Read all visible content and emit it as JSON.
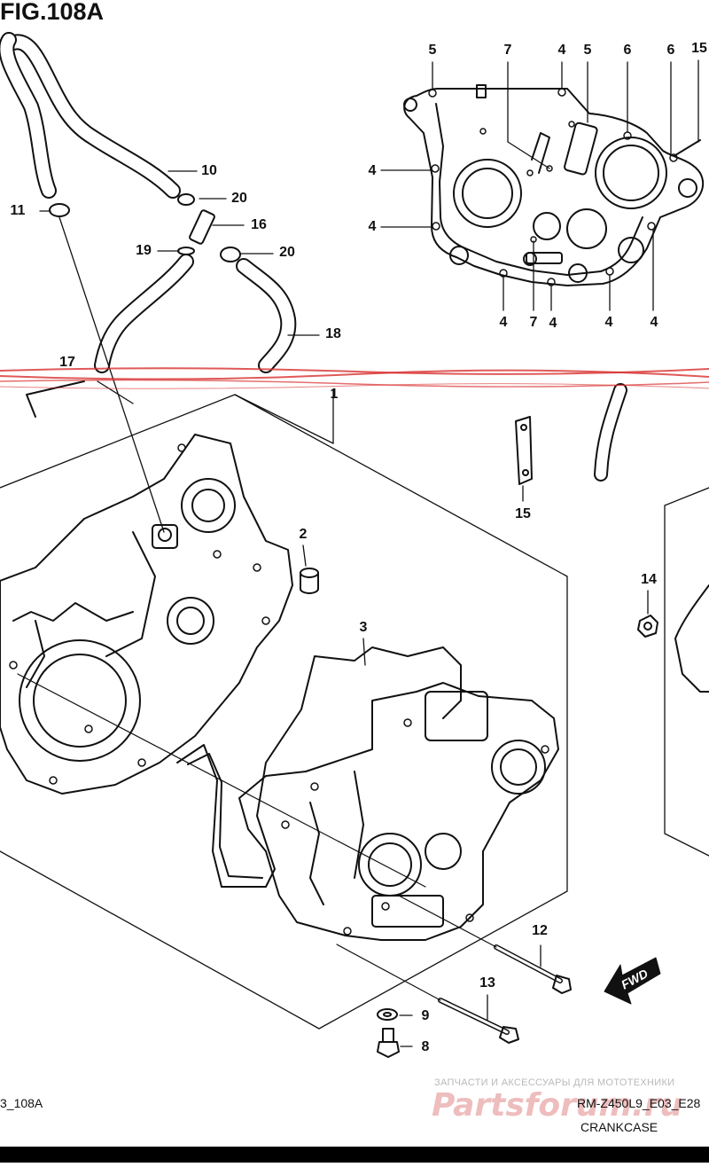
{
  "figure": {
    "title": "FIG.108A",
    "footer_left": "3_108A",
    "footer_code": "RM-Z450L9_E03_E28",
    "footer_name": "CRANKCASE",
    "fwd_label": "FWD"
  },
  "watermark": {
    "tagline": "ЗАПЧАСТИ И АКСЕССУАРЫ ДЛЯ МОТОТЕХНИКИ",
    "logo": "Partsforum.ru"
  },
  "callouts": {
    "top_left": [
      "10",
      "20",
      "11",
      "16",
      "19",
      "20",
      "18",
      "17"
    ],
    "top_right_upper": [
      "5",
      "7",
      "4",
      "5",
      "6",
      "6",
      "15"
    ],
    "top_right_side": [
      "4",
      "4"
    ],
    "top_right_lower": [
      "4",
      "7",
      "4",
      "4",
      "4"
    ],
    "main": [
      "1",
      "15",
      "2",
      "14",
      "3",
      "12",
      "13",
      "9",
      "8"
    ]
  },
  "colors": {
    "line": "#111111",
    "tear_line": "#d83030",
    "bottom_bar": "#000000"
  }
}
